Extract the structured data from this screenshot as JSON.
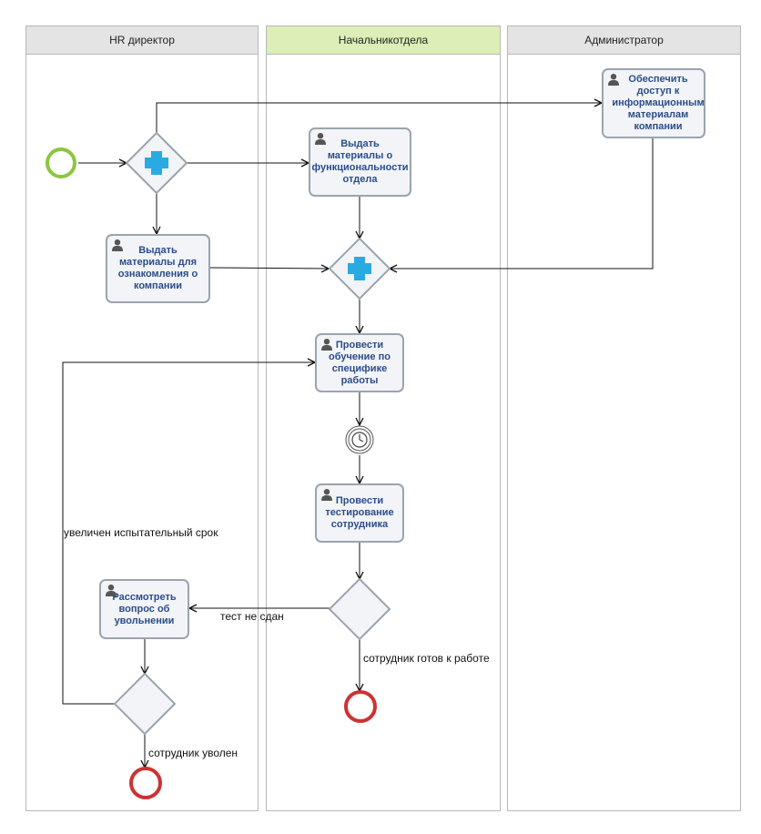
{
  "lanes": {
    "hr": "HR директор",
    "head": "Начальникотдела",
    "admin": "Администратор"
  },
  "tasks": {
    "provide_access": "Обеспечить доступ к информационным материалам компании",
    "issue_dept_materials": "Выдать материалы о функциональности отдела",
    "issue_company_materials": "Выдать материалы для ознакомления о компании",
    "conduct_training": "Провести обучение по специфике работы",
    "conduct_testing": "Провести тестирование сотрудника",
    "consider_dismissal": "Рассмотреть вопрос об увольнении"
  },
  "flow_labels": {
    "test_failed": "тест не сдан",
    "employee_ready": "сотрудник готов к работе",
    "probation_extended": "увеличен испытательный срок",
    "employee_dismissed": "сотрудник уволен"
  },
  "colors": {
    "start_event": "#8cc63f",
    "end_event": "#cc3333",
    "parallel_marker": "#29abe2",
    "lane_header_highlight": "#dcefb6"
  }
}
